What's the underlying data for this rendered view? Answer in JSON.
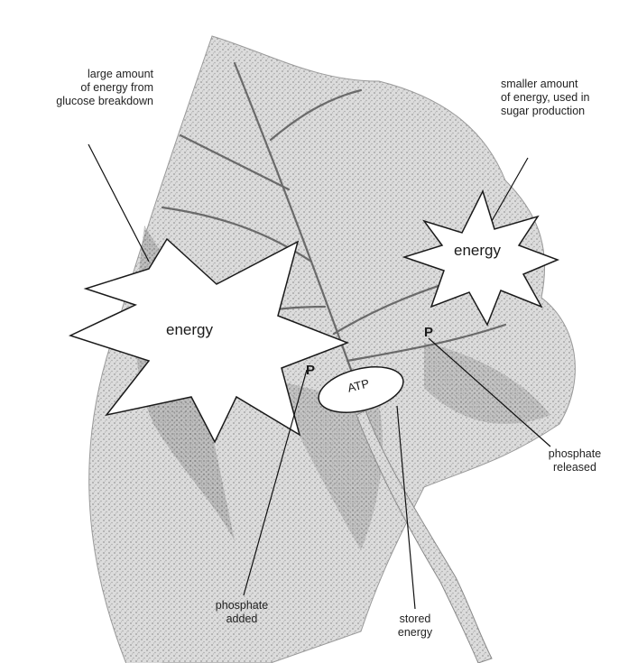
{
  "labels": {
    "large_energy": [
      "large amount",
      "of energy from",
      "glucose breakdown"
    ],
    "smaller_energy": [
      "smaller amount",
      "of energy, used in",
      "sugar production"
    ],
    "phosphate_added": [
      "phosphate",
      "added"
    ],
    "phosphate_released": [
      "phosphate",
      "released"
    ],
    "stored_energy": [
      "stored",
      "energy"
    ]
  },
  "stars": {
    "large": "energy",
    "small": "energy"
  },
  "atp": "ATP",
  "phosphate_symbol": "P",
  "colors": {
    "leaf": "#d4d4d4",
    "leaf_dark": "#8e8e8e",
    "vein": "#6a6a6a",
    "line": "#111111",
    "star_fill": "#ffffff"
  }
}
